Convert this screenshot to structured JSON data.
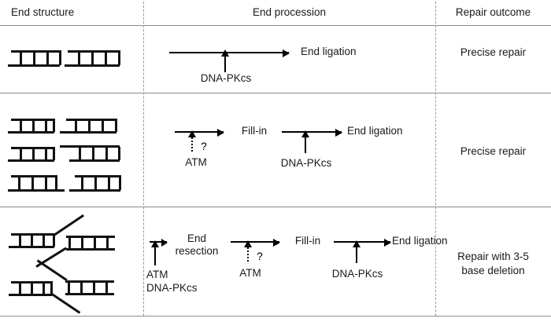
{
  "figure": {
    "columns": [
      {
        "id": "end-structure",
        "label": "End structure"
      },
      {
        "id": "end-procession",
        "label": "End procession"
      },
      {
        "id": "repair-outcome",
        "label": "Repair outcome"
      }
    ],
    "rows": [
      {
        "id": "row-blunt-ends",
        "structure_kind": "blunt-compatible-ends",
        "pathway": [
          {
            "type": "arrow",
            "factor": "DNA-PKcs",
            "factor_arrow": "solid",
            "uncertain": false
          },
          {
            "type": "step",
            "label": "End ligation"
          }
        ],
        "outcome": "Precise repair"
      },
      {
        "id": "row-incompatible-overhangs",
        "structure_kind": "overhang-ends",
        "pathway": [
          {
            "type": "arrow",
            "factor": "ATM",
            "factor_arrow": "dotted",
            "uncertain": true,
            "uncertain_mark": "?"
          },
          {
            "type": "step",
            "label": "Fill-in"
          },
          {
            "type": "arrow",
            "factor": "DNA-PKcs",
            "factor_arrow": "solid",
            "uncertain": false
          },
          {
            "type": "step",
            "label": "End ligation"
          }
        ],
        "outcome": "Precise repair"
      },
      {
        "id": "row-flapped-ends",
        "structure_kind": "flap-ends",
        "pathway": [
          {
            "type": "arrow",
            "factor": "ATM\nDNA-PKcs",
            "factor_arrow": "solid",
            "uncertain": false
          },
          {
            "type": "step",
            "label": "End\nresection"
          },
          {
            "type": "arrow",
            "factor": "ATM",
            "factor_arrow": "dotted",
            "uncertain": true,
            "uncertain_mark": "?"
          },
          {
            "type": "step",
            "label": "Fill-in"
          },
          {
            "type": "arrow",
            "factor": "DNA-PKcs",
            "factor_arrow": "solid",
            "uncertain": false
          },
          {
            "type": "step",
            "label": "End ligation"
          }
        ],
        "outcome": "Repair with 3-5 base deletion"
      }
    ],
    "labels": {
      "end_ligation": "End ligation",
      "fill_in": "Fill-in",
      "end_resection_line1": "End",
      "end_resection_line2": "resection",
      "atm": "ATM",
      "dna_pkcs": "DNA-PKcs",
      "question_mark": "?",
      "precise_repair": "Precise repair",
      "deletion_line1": "Repair with 3-5",
      "deletion_line2": "base deletion"
    },
    "colors": {
      "dna": "#111111",
      "arrow": "#000000",
      "rule": "#8c8c8c",
      "dashed_rule": "#9a9a9a",
      "text": "#1a1a1a",
      "background": "#ffffff"
    }
  }
}
